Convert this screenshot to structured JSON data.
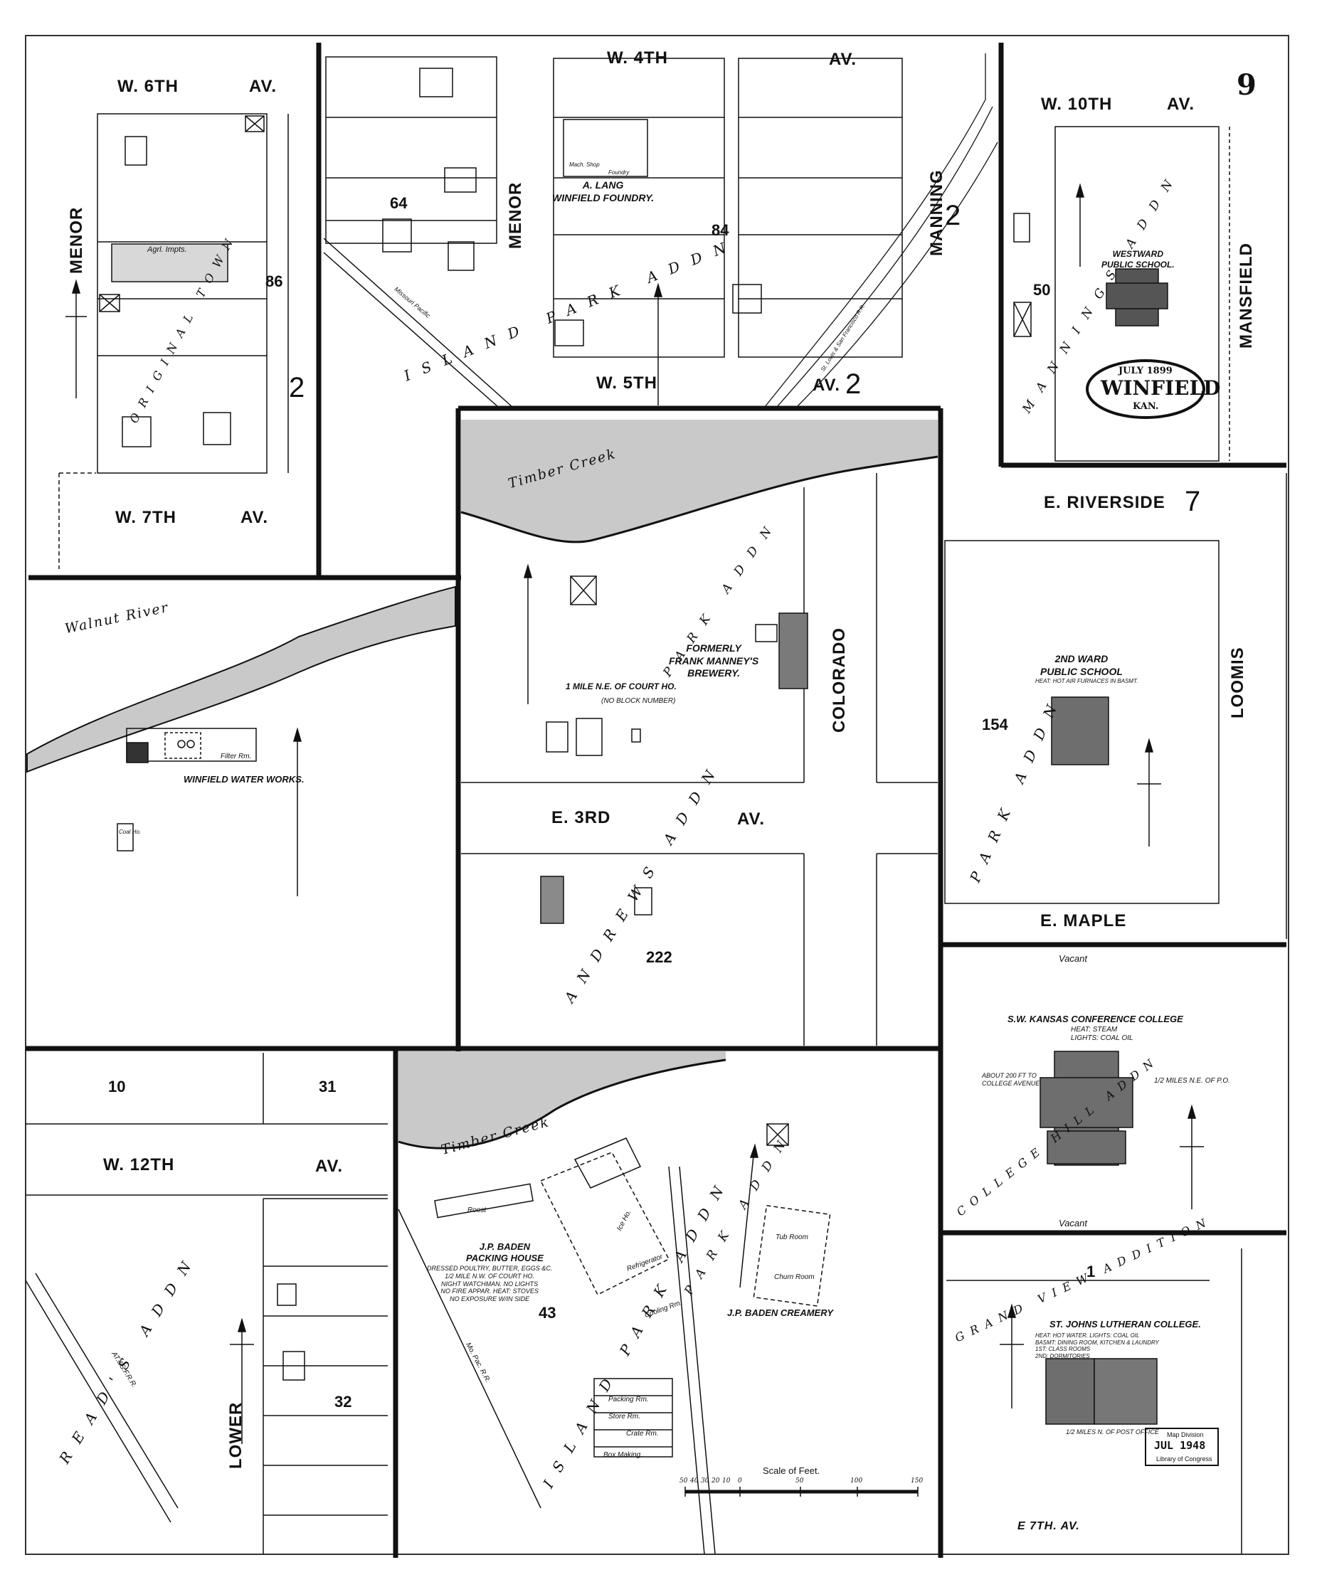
{
  "sheet": {
    "number": "9"
  },
  "title_seal": {
    "date": "JULY 1899",
    "city": "WINFIELD",
    "state": "KAN."
  },
  "streets": {
    "w6": "W. 6TH",
    "w6_av": "AV.",
    "w7": "W. 7TH",
    "w7_av": "AV.",
    "w4": "W. 4TH",
    "w4_av": "AV.",
    "w5": "W. 5TH",
    "w5_av": "AV.",
    "w10": "W. 10TH",
    "w10_av": "AV.",
    "menor_left": "MENOR",
    "menor_mid": "MENOR",
    "manning": "MANNING",
    "mansfield": "MANSFIELD",
    "e_riverside": "E. RIVERSIDE",
    "loomis": "LOOMIS",
    "colorado": "COLORADO",
    "e3": "E. 3RD",
    "e3_av": "AV.",
    "e_maple": "E. MAPLE",
    "w12": "W. 12TH",
    "w12_av": "AV.",
    "lower": "LOWER",
    "e7": "E 7TH. AV."
  },
  "block_numbers": {
    "b86": "86",
    "b64": "64",
    "b84": "84",
    "b50": "50",
    "b154": "154",
    "b222": "222",
    "b10": "10",
    "b31": "31",
    "b32": "32",
    "b43": "43",
    "b1": "1"
  },
  "sheet_refs": {
    "r2a": "2",
    "r2b": "2",
    "r2c": "2",
    "r7": "7"
  },
  "water": {
    "timber_top": "Timber Creek",
    "walnut": "Walnut River",
    "timber_bottom": "Timber Creek",
    "vacant1": "Vacant",
    "vacant2": "Vacant"
  },
  "additions": {
    "original_town": "ORIGINAL TOWN",
    "island_park": "ISLAND PARK ADDN",
    "mannings": "MANNINGS ADDN",
    "park": "PARK ADDN",
    "andrews": "ANDREWS ADDN",
    "college_hill": "COLLEGE HILL ADDN",
    "grand_view": "GRAND VIEW ADDITION",
    "island_park_2": "ISLAND PARK ADDN",
    "reagods": "READ'S ADDN",
    "park_addn_2": "PARK ADDN",
    "park_3": "PARK ADDN"
  },
  "captions": {
    "foundry": "A. LANG\nWINFIELD FOUNDRY.",
    "westward": "WESTWARD\nPUBLIC SCHOOL.",
    "brewery": "FORMERLY\nFRANK MANNEY'S\nBREWERY.",
    "court": "1 MILE N.E. OF COURT HO.",
    "noblock": "(NO BLOCK NUMBER)",
    "waterworks": "WINFIELD WATER WORKS.",
    "ward2": "2ND WARD\nPUBLIC SCHOOL",
    "ward2_heat": "HEAT: HOT AIR FURNACES IN BASMT.",
    "conf_college": "S.W. KANSAS CONFERENCE COLLEGE",
    "conf_heat": "HEAT: STEAM\nLIGHTS: COAL OIL",
    "conf_dist": "1/2 MILES N.E. OF P.O.",
    "conf_about": "ABOUT 200 FT TO\nCOLLEGE AVENUE",
    "baden_pack": "J.P. BADEN\nPACKING HOUSE",
    "baden_pack_detail": "DRESSED POULTRY, BUTTER, EGGS &C.\n1/2 MILE N.W. OF COURT HO.\nNIGHT WATCHMAN. NO LIGHTS\nNO FIRE APPAR. HEAT: STOVES\nNO EXPOSURE W/IN SIDE",
    "baden_cream": "J.P. BADEN CREAMERY",
    "lutheran": "ST. JOHNS LUTHERAN COLLEGE.",
    "lutheran_detail": "HEAT: HOT WATER. LIGHTS: COAL OIL\nBASMT: DINING ROOM, KITCHEN & LAUNDRY\n1ST: CLASS ROOMS\n2ND: DORMITORIES",
    "lutheran_dist": "1/2 MILES N. OF POST OFFICE",
    "agrl": "Agrl. Impts.",
    "filter": "Filter Rm.",
    "tubroom": "Tub Room",
    "churn": "Churn Room",
    "ice": "Ice Ho.",
    "refrig": "Refrigerator",
    "cooling": "Cooling Rm.",
    "roost": "Roost",
    "packing": "Packing Rm.",
    "store": "Store Rm.",
    "crate": "Crate Rm.",
    "boxmaking": "Box Making.",
    "mach_shop": "Mach. Shop",
    "foundry_bldg": "Foundry",
    "coal_ho": "Coal Ho."
  },
  "stamp": {
    "line1": "Map Division",
    "line2": "JUL 1948",
    "line3": "Library of Congress"
  },
  "scale": {
    "title": "Scale of Feet.",
    "ticks": [
      "50",
      "40",
      "30",
      "20",
      "10",
      "0",
      "50",
      "100",
      "150"
    ]
  },
  "rail": {
    "mopac": "Missouri Pacific",
    "stlsf": "St. Louis & San Francisco R.R.",
    "atsf": "AT.&S.F.R.R.",
    "mopac2": "Mo. Pac. R.R."
  },
  "colors": {
    "ink": "#111111",
    "paper": "#ffffff",
    "water": "#bdbdbd",
    "brick": "#6e6e6e",
    "street_gap": "#ffffff"
  }
}
